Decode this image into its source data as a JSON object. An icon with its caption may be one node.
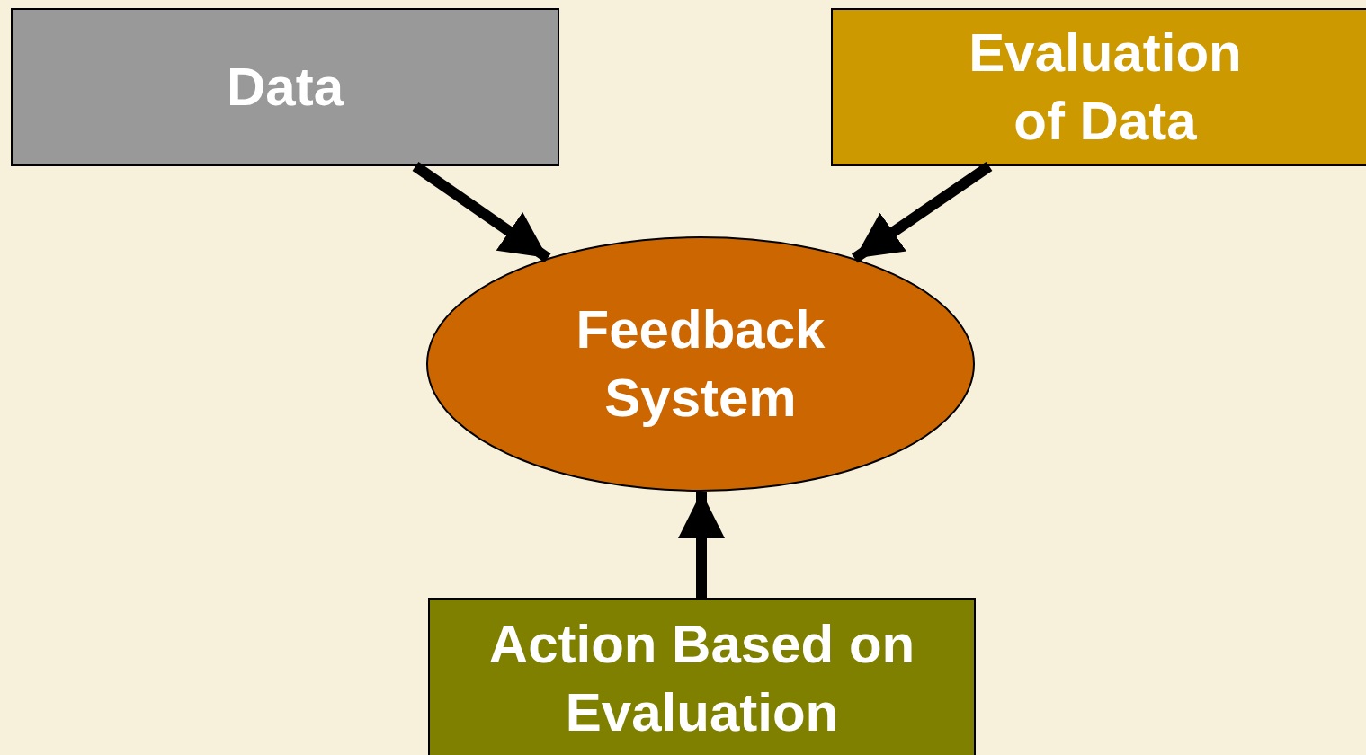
{
  "diagram": {
    "nodes": [
      {
        "text": [
          "Data"
        ]
      },
      {
        "text": [
          "Evaluation of Data"
        ]
      },
      {
        "text": [
          "Feedback System"
        ]
      },
      {
        "text": [
          "Action Based on Evaluation"
        ]
      }
    ],
    "edges": [
      {
        "from": 0,
        "to": 2,
        "arrow": "to"
      },
      {
        "from": 1,
        "to": 2,
        "arrow": "to"
      },
      {
        "from": 3,
        "to": 2,
        "arrow": "to"
      }
    ]
  }
}
